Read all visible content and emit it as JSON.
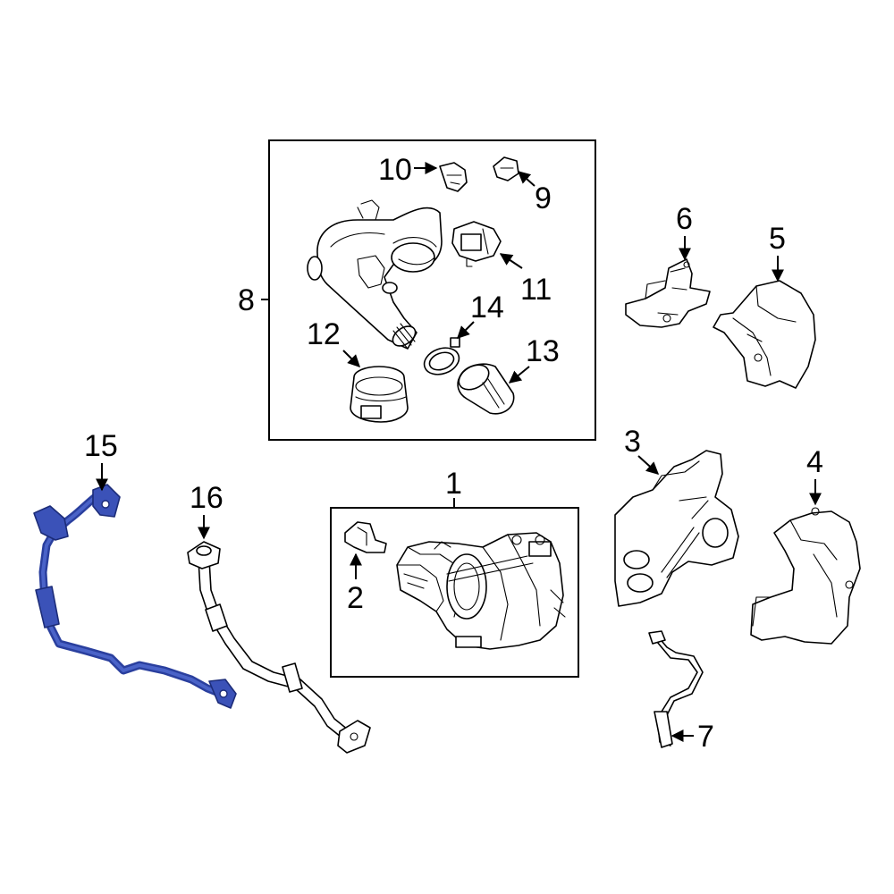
{
  "diagram": {
    "highlight_color": "#3b52b8",
    "callouts": {
      "c1": "1",
      "c2": "2",
      "c3": "3",
      "c4": "4",
      "c5": "5",
      "c6": "6",
      "c7": "7",
      "c8": "8",
      "c9": "9",
      "c10": "10",
      "c11": "11",
      "c12": "12",
      "c13": "13",
      "c14": "14",
      "c15": "15",
      "c16": "16"
    }
  }
}
